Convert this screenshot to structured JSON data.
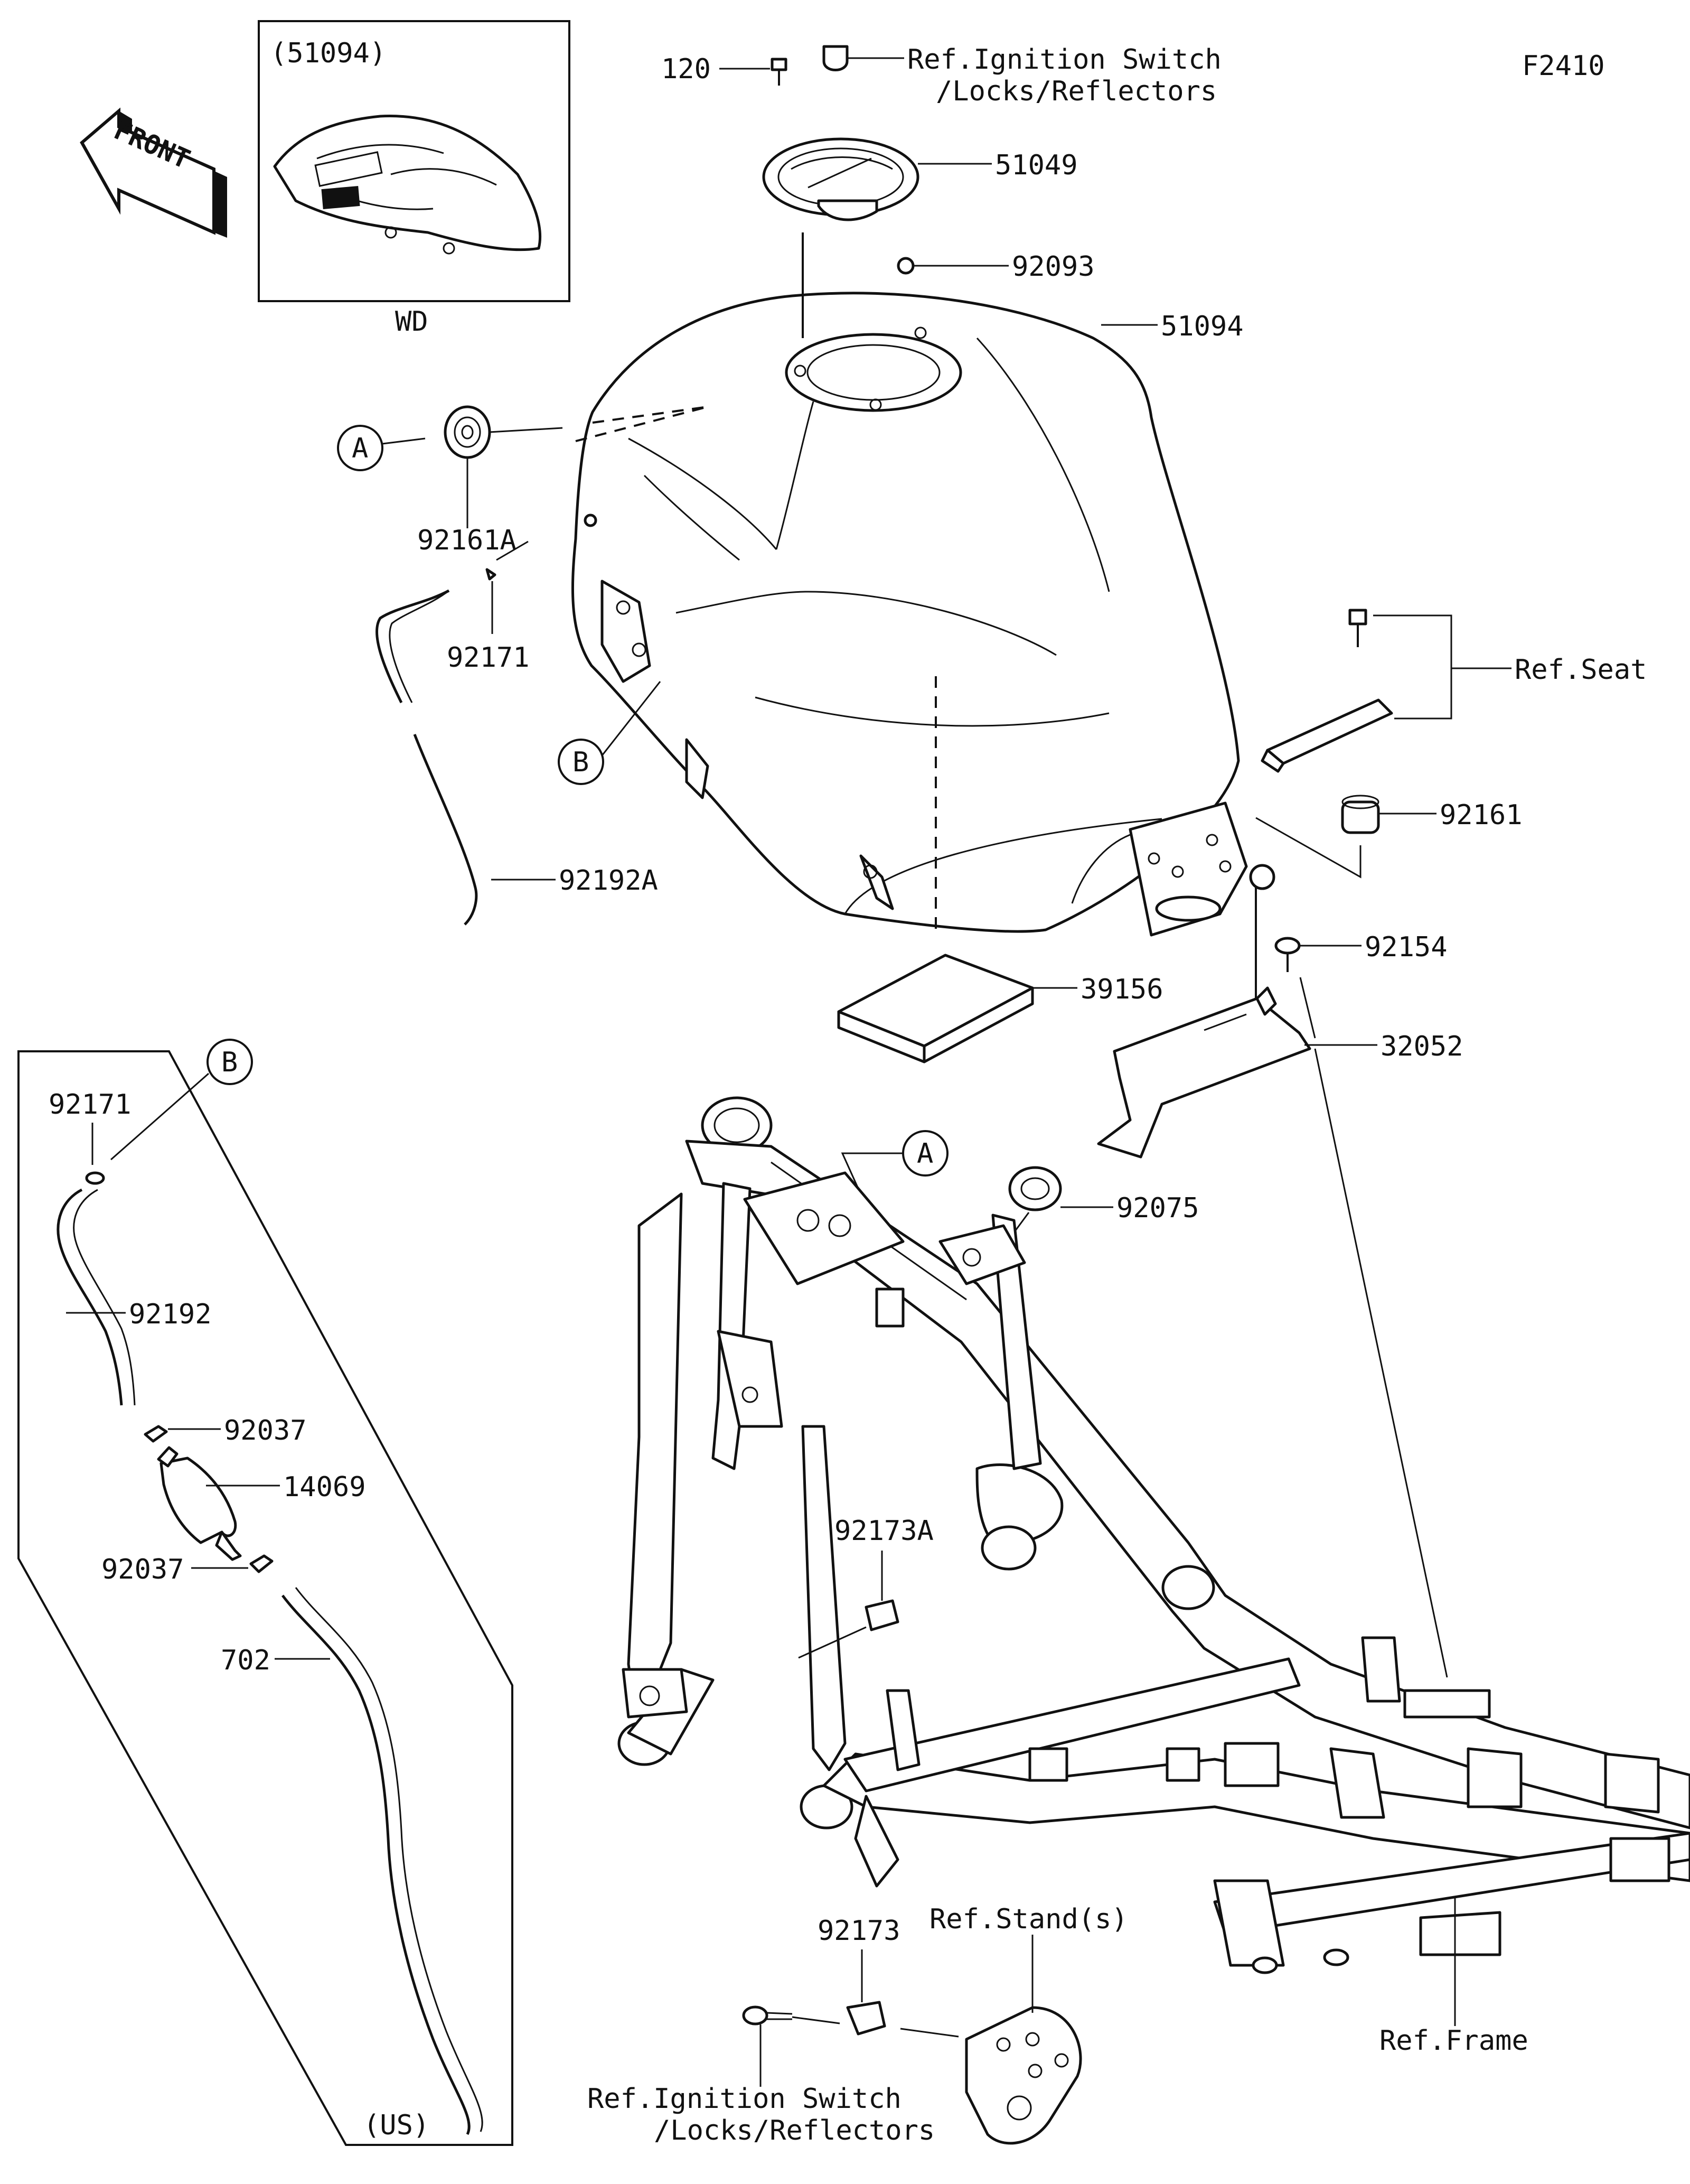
{
  "diagram_code": "F2410",
  "inset": {
    "title": "(51094)",
    "caption": "WD"
  },
  "front_label": "FRONT",
  "callouts": {
    "a": "A",
    "b": "B"
  },
  "labels": {
    "p120": "120",
    "p51049": "51049",
    "p92093": "92093",
    "p51094": "51094",
    "p92161A": "92161A",
    "p92171_top": "92171",
    "p92192A": "92192A",
    "ref_seat": "Ref.Seat",
    "p92161": "92161",
    "p92154": "92154",
    "p39156": "39156",
    "p32052": "32052",
    "p92075": "92075",
    "p92173A": "92173A",
    "p92173": "92173",
    "ref_stands": "Ref.Stand(s)",
    "ref_frame": "Ref.Frame",
    "ref_ignition_top_1": "Ref.Ignition Switch",
    "ref_ignition_top_2": "/Locks/Reflectors",
    "ref_ignition_bottom_1": "Ref.Ignition Switch",
    "ref_ignition_bottom_2": "/Locks/Reflectors"
  },
  "us_box": {
    "p92171": "92171",
    "p92192": "92192",
    "p92037_top": "92037",
    "p14069": "14069",
    "p92037_bottom": "92037",
    "p702": "702",
    "region": "(US)"
  }
}
